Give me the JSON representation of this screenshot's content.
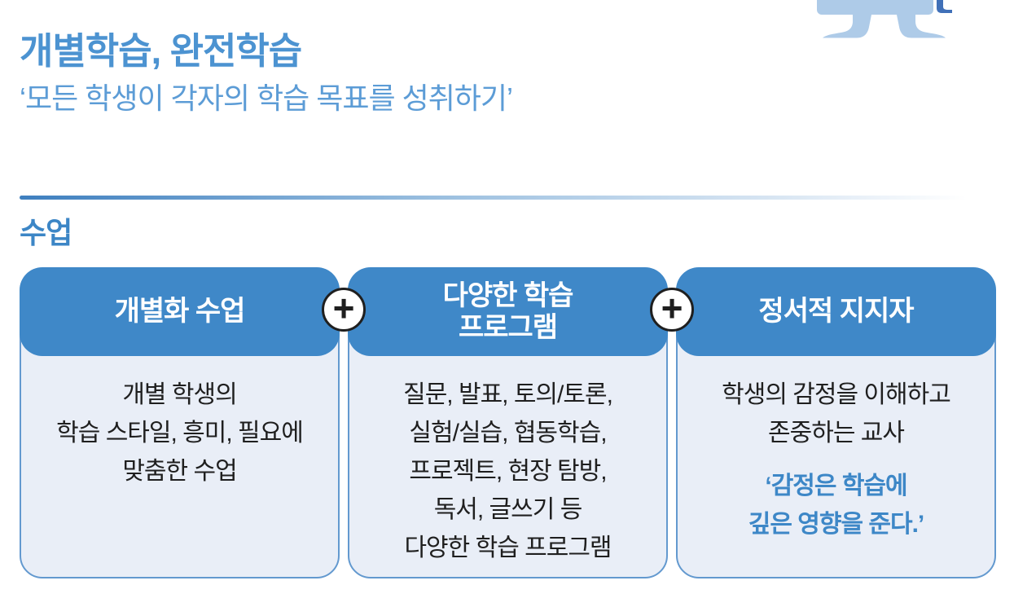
{
  "colors": {
    "accent": "#3F88C8",
    "title_blue": "#4C93D1",
    "subtitle_blue": "#5C9CD6",
    "section_label_blue": "#3C86C6",
    "card_bg": "#E9EEF7",
    "card_border": "#6399CF",
    "body_text": "#1F1F1F",
    "quote_blue": "#3D87C7",
    "divider_blue": "#3E7FBF",
    "icon_light_blue": "#AECBE8",
    "icon_dark_blue": "#4070B8",
    "connector_border": "#1F1F1F"
  },
  "header": {
    "title": "개별학습, 완전학습",
    "subtitle": "‘모든 학생이 각자의 학습 목표를 성취하기’",
    "icon": "desk-icon"
  },
  "section": {
    "label": "수업"
  },
  "connector": {
    "plus": "+"
  },
  "cards": [
    {
      "header_lines": [
        "개별화 수업"
      ],
      "body_lines": [
        "개별 학생의",
        "학습 스타일, 흥미, 필요에",
        "맞춤한 수업"
      ]
    },
    {
      "header_lines": [
        "다양한 학습",
        "프로그램"
      ],
      "body_lines": [
        "질문, 발표, 토의/토론,",
        "실험/실습, 협동학습,",
        "프로젝트, 현장 탐방,",
        "독서, 글쓰기 등",
        "다양한 학습 프로그램"
      ]
    },
    {
      "header_lines": [
        "정서적 지지자"
      ],
      "body_lines": [
        "학생의 감정을 이해하고",
        "존중하는 교사"
      ],
      "quote_lines": [
        "‘감정은 학습에",
        "깊은 영향을 준다.’"
      ]
    }
  ]
}
